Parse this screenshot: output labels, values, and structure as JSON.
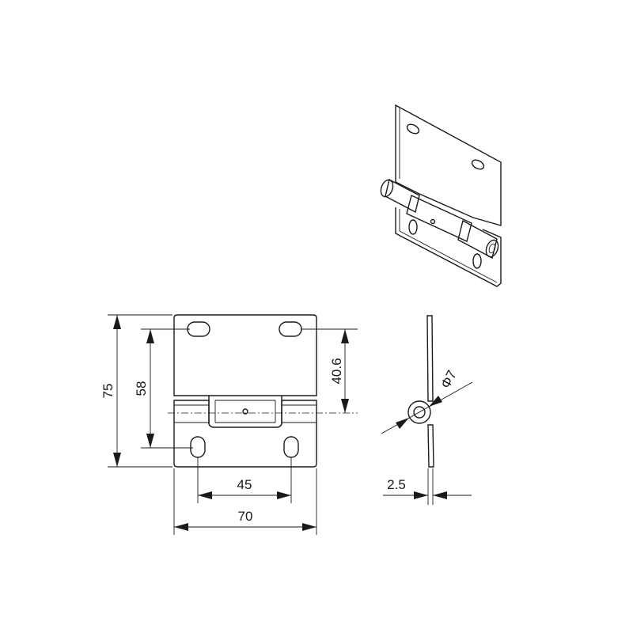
{
  "dimensions": {
    "overall_height": "75",
    "hole_spacing_vertical": "58",
    "leaf_height": "40.6",
    "hole_spacing_horizontal": "45",
    "overall_width": "70",
    "thickness": "2.5",
    "pin_diameter": "Φ7"
  }
}
